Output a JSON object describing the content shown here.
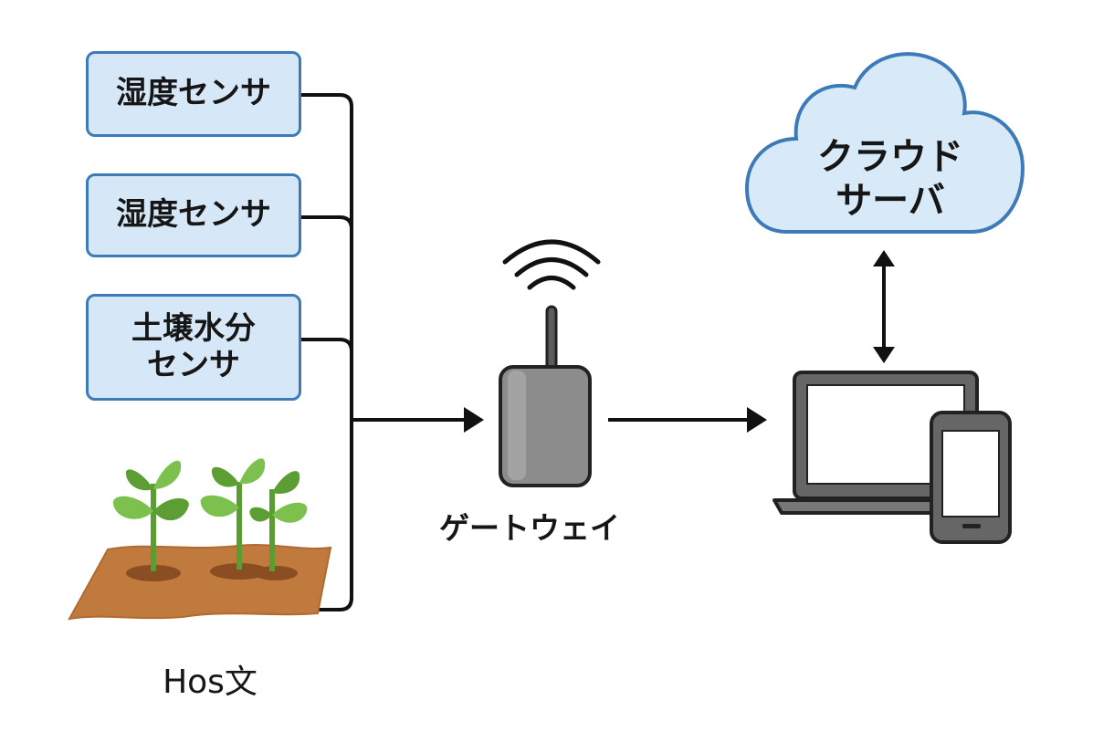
{
  "sensors": [
    {
      "lines": [
        "湿度センサ"
      ]
    },
    {
      "lines": [
        "湿度センサ"
      ]
    },
    {
      "lines": [
        "土壌水分",
        "センサ"
      ]
    }
  ],
  "gateway": {
    "label": "ゲートウェイ"
  },
  "cloud": {
    "line1": "クラウド",
    "line2": "サーバ"
  },
  "field": {
    "label": "Hos文"
  },
  "colors": {
    "sensor_fill": "#d6e8f7",
    "sensor_border": "#3d7ab8",
    "cloud_fill": "#d8eaf8",
    "cloud_border": "#3d7ab8",
    "device_gray": "#8c8c8c",
    "line": "#111111",
    "soil": "#c07a3e",
    "leaf": "#7cc04e"
  },
  "icons": [
    "wifi-icon",
    "gateway-router-icon",
    "laptop-icon",
    "smartphone-icon",
    "plant-icon",
    "cloud-icon"
  ]
}
